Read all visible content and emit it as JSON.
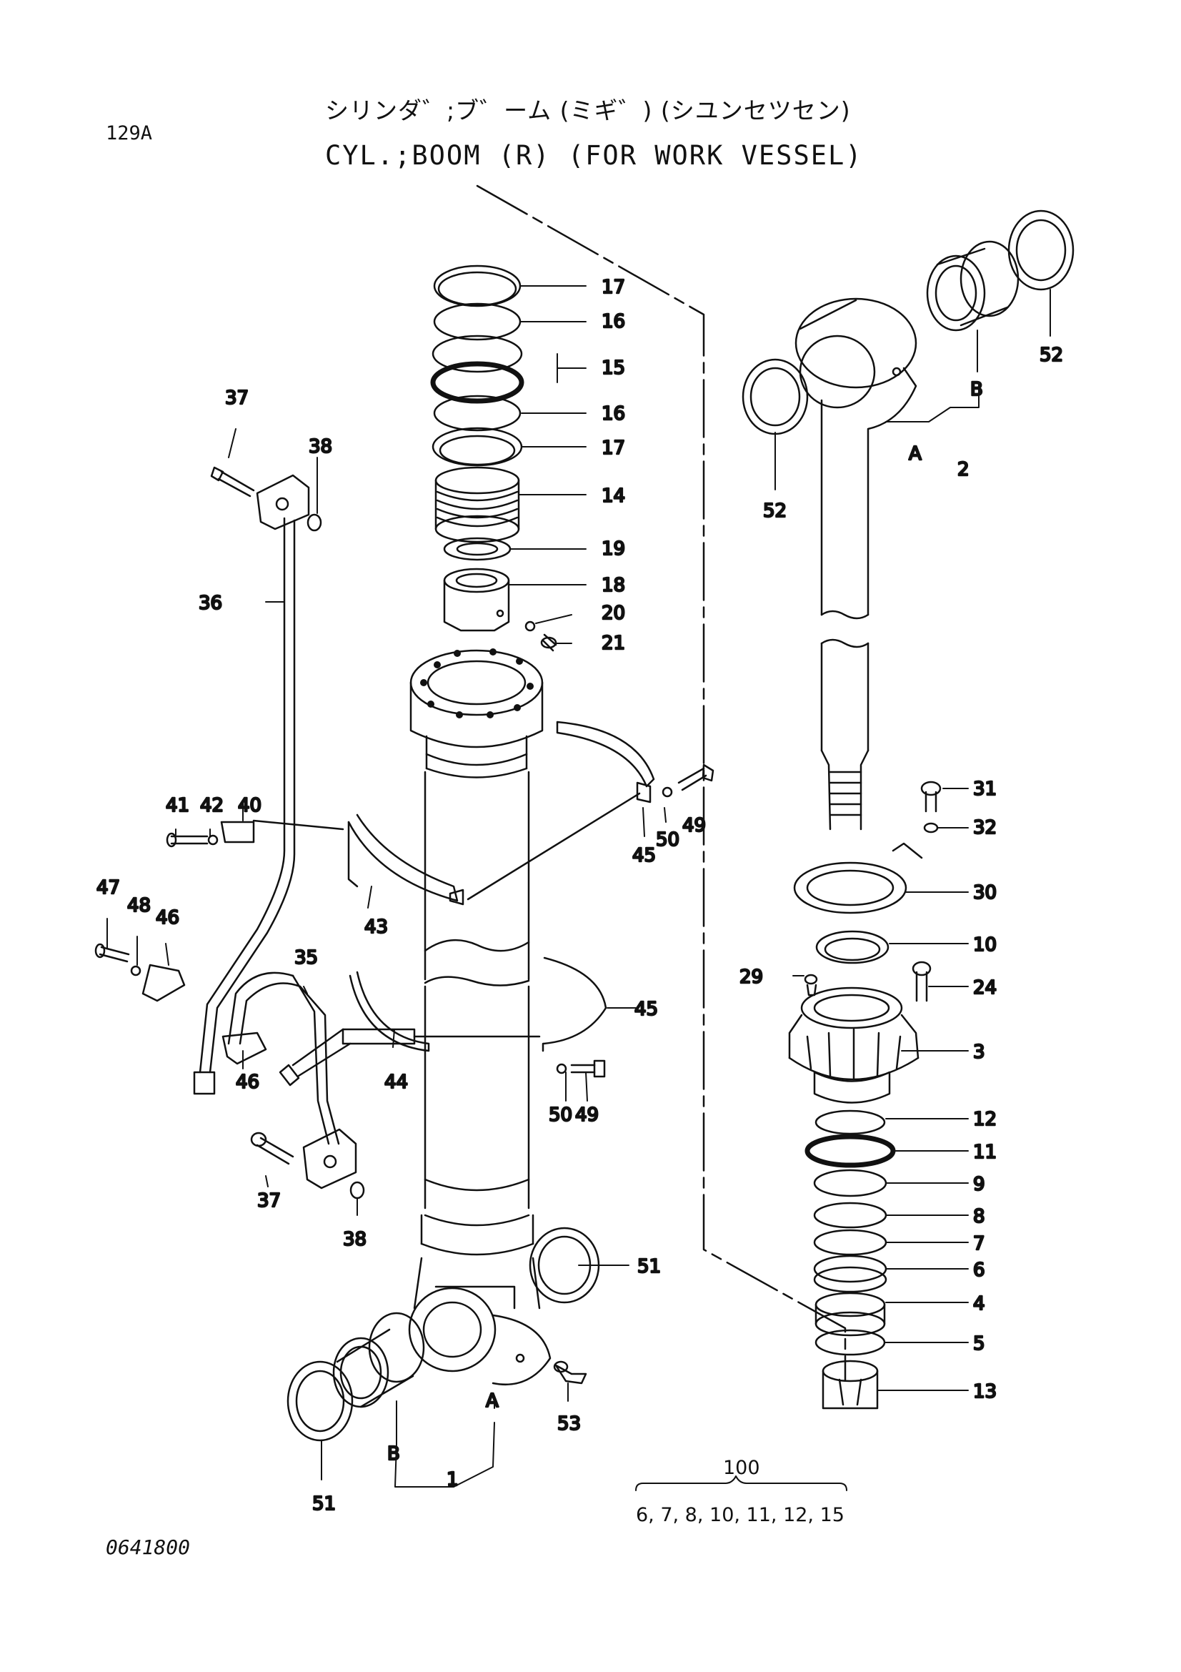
{
  "header": {
    "page_ref": "129A",
    "title_jp": "シリンダ゛;ブ゛ーム (ミギ゛) (シユンセツセン)",
    "title_en": "CYL.;BOOM (R) (FOR WORK VESSEL)"
  },
  "footer": {
    "drawing_no": "0641800"
  },
  "kit": {
    "number": "100",
    "contents": "6, 7, 8, 10, 11, 12, 15"
  },
  "callouts": {
    "c17a": "17",
    "c16a": "16",
    "c15": "15",
    "c16b": "16",
    "c17b": "17",
    "c14": "14",
    "c19": "19",
    "c18": "18",
    "c20": "20",
    "c21": "21",
    "c37a": "37",
    "c38a": "38",
    "c36": "36",
    "c41": "41",
    "c42": "42",
    "c40": "40",
    "c47": "47",
    "c48": "48",
    "c46a": "46",
    "c35": "35",
    "c46b": "46",
    "c43": "43",
    "c44": "44",
    "c45a": "45",
    "c45b": "45",
    "c50a": "50",
    "c49a": "49",
    "c50b": "50",
    "c49b": "49",
    "c37b": "37",
    "c38b": "38",
    "c51a": "51",
    "c51b": "51",
    "c53": "53",
    "c1": "1",
    "cA1": "A",
    "cB1": "B",
    "c2": "2",
    "cA2": "A",
    "cB2": "B",
    "c52a": "52",
    "c52b": "52",
    "c31": "31",
    "c32": "32",
    "c30": "30",
    "c10": "10",
    "c29": "29",
    "c24": "24",
    "c3": "3",
    "c12": "12",
    "c11": "11",
    "c9": "9",
    "c8": "8",
    "c7": "7",
    "c6": "6",
    "c4": "4",
    "c5": "5",
    "c13": "13"
  }
}
